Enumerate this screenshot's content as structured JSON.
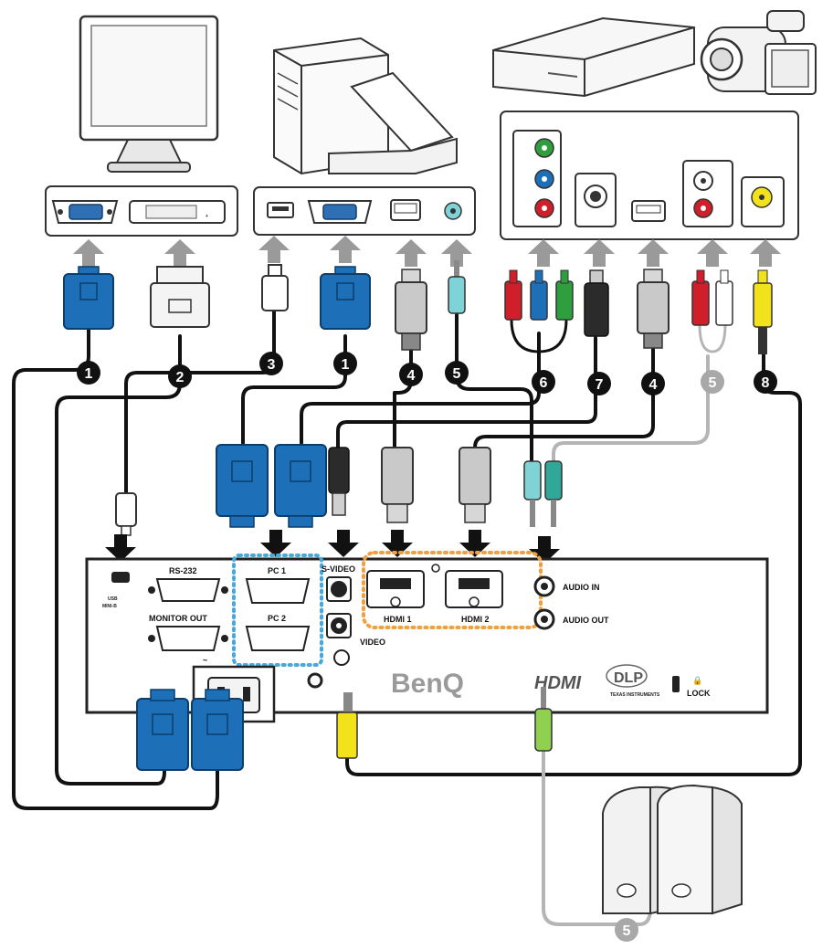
{
  "projector": {
    "brand": "BenQ",
    "ports": {
      "rs232": "RS-232",
      "usb_line1": "USB",
      "usb_line2": "MINI-B",
      "monitor_out": "MONITOR OUT",
      "pc1": "PC 1",
      "pc2": "PC 2",
      "svideo": "S-VIDEO",
      "video": "VIDEO",
      "hdmi1": "HDMI 1",
      "hdmi2": "HDMI 2",
      "audio_in": "AUDIO IN",
      "audio_out": "AUDIO OUT",
      "lock": "LOCK"
    },
    "logos": {
      "hdmi": "HDMI",
      "dlp": "DLP",
      "dlp_sub": "TEXAS INSTRUMENTS"
    }
  },
  "cable_numbers": {
    "vga_monitor": "1",
    "dvi_monitor": "2",
    "usb": "3",
    "vga_pc": "1",
    "hdmi_pc": "4",
    "audio_pc": "5",
    "component": "6",
    "svideo": "7",
    "hdmi_av": "4",
    "audio_av": "5",
    "video_av": "8",
    "speakers": "5"
  },
  "colors": {
    "vga_blue": "#1d6fb8",
    "component_green": "#2f9e3f",
    "component_blue": "#1d6fb8",
    "component_red": "#d01f2a",
    "audio_white": "#ffffff",
    "video_yellow": "#f2e21c",
    "audio_teal": "#7fd3d6",
    "speaker_green": "#8fd14f",
    "arrow_gray": "#9a9a9a",
    "bubble_gray": "#9a9a9a",
    "pc_highlight": "#4aa8d8",
    "hdmi_highlight": "#f0a040"
  }
}
